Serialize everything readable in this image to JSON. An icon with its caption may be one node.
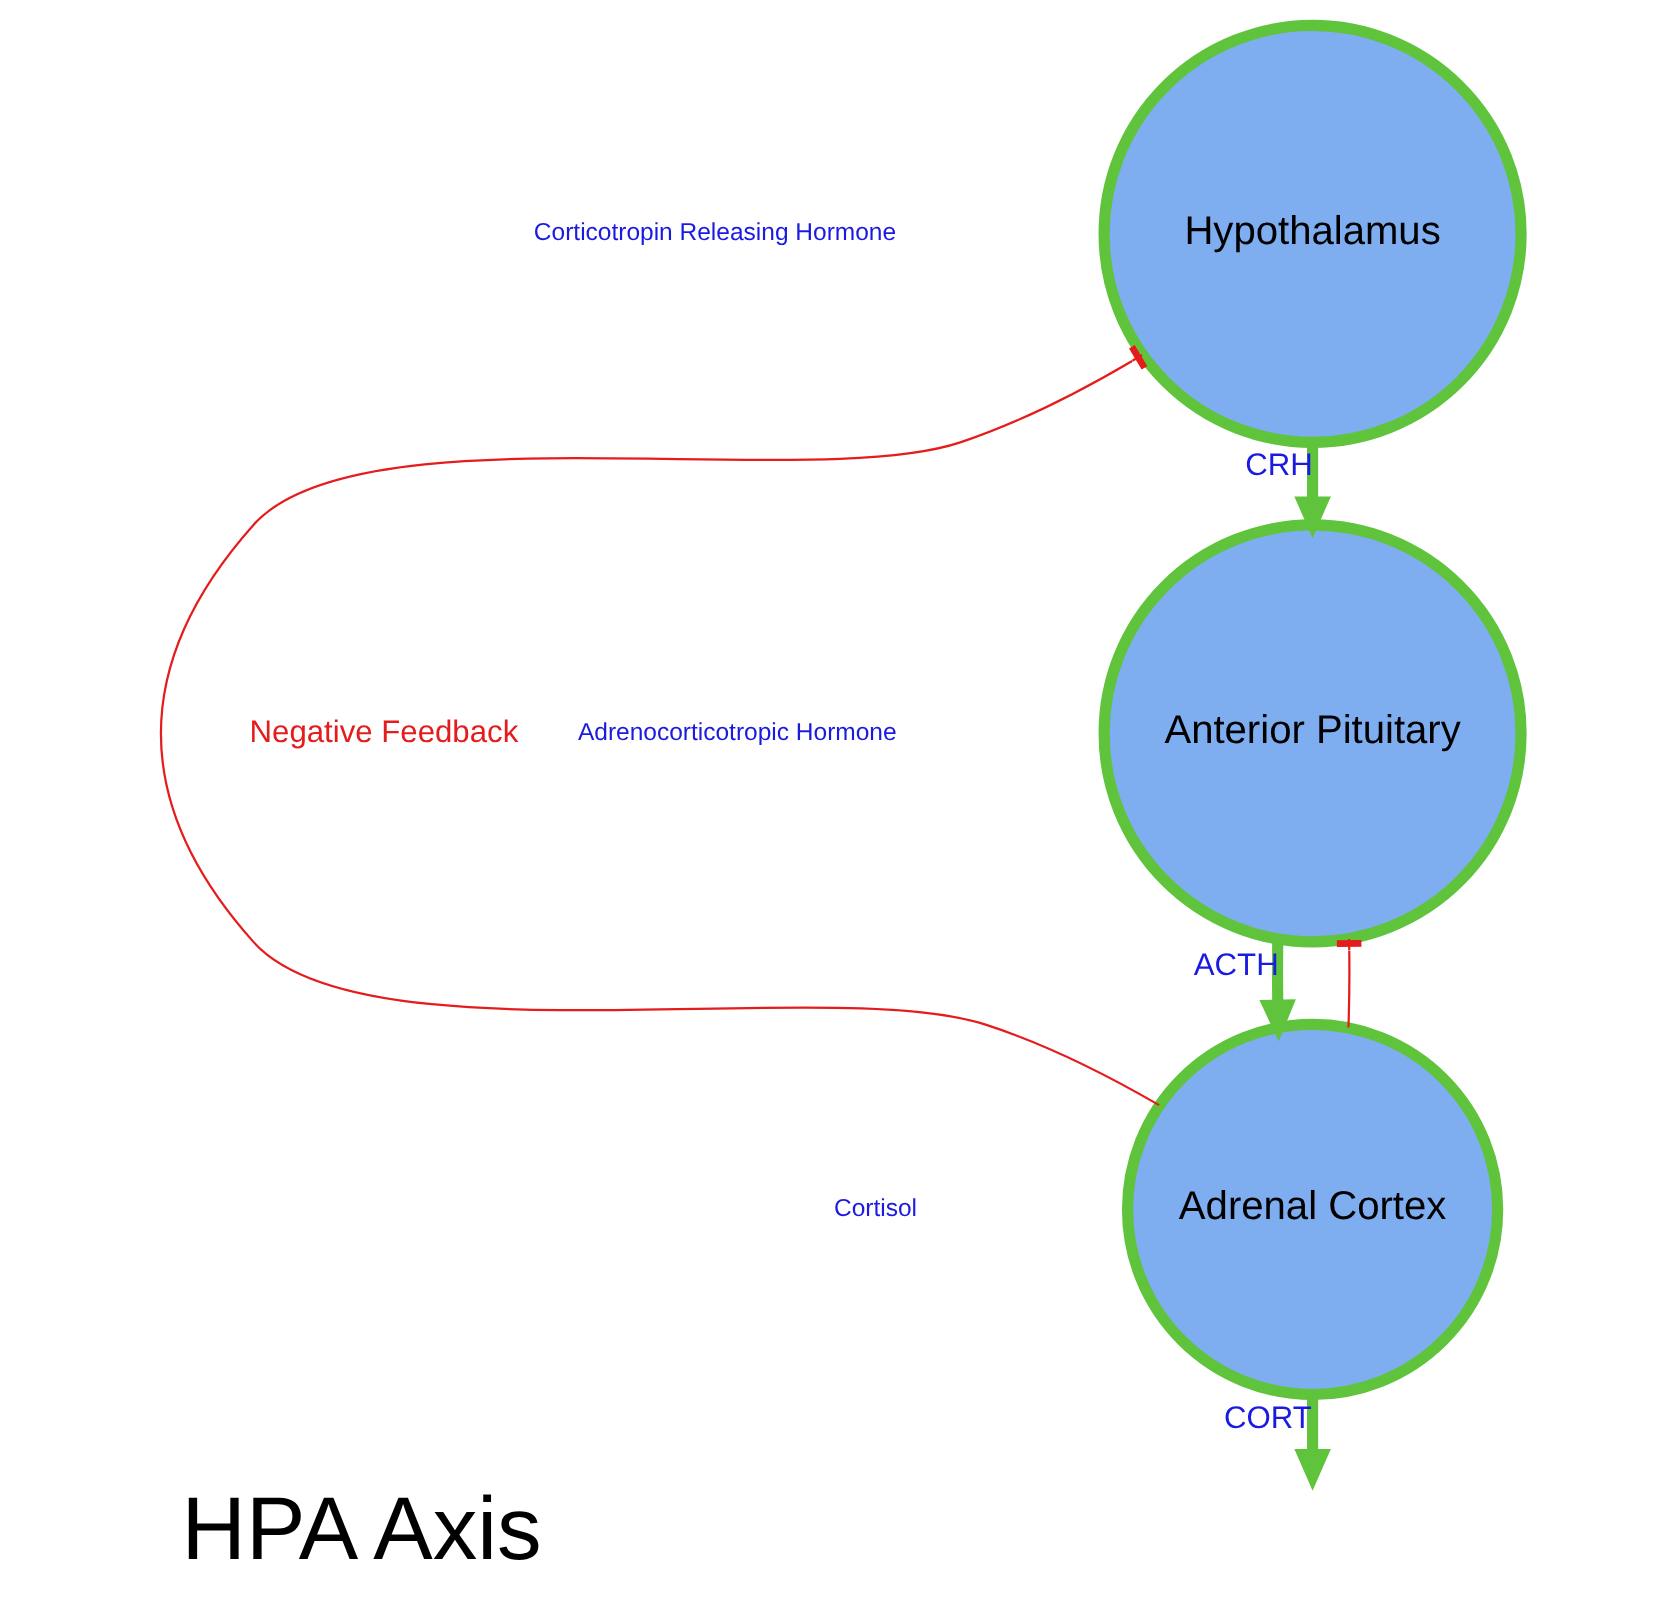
{
  "diagram": {
    "title": "HPA Axis",
    "nodes": [
      {
        "text": [
          "Hypothalamus"
        ]
      },
      {
        "text": [
          "Anterior Pituitary"
        ]
      },
      {
        "text": [
          "Adrenal Cortex"
        ]
      }
    ],
    "edges": [
      {
        "from": 0,
        "to": 1,
        "arrow": "to",
        "label": "CRH"
      },
      {
        "from": 1,
        "to": 2,
        "arrow": "to",
        "label": "ACTH"
      },
      {
        "from": 2,
        "to": null,
        "arrow": "to",
        "label": "CORT"
      },
      {
        "from": 2,
        "to": 0,
        "arrow": "other",
        "label": "Negative Feedback",
        "color": "#e51c1c"
      },
      {
        "from": 2,
        "to": 1,
        "arrow": "other",
        "color": "#e51c1c"
      }
    ],
    "labels": [
      "Corticotropin Releasing Hormone",
      "Adrenocorticotropic Hormone",
      "Cortisol"
    ]
  }
}
